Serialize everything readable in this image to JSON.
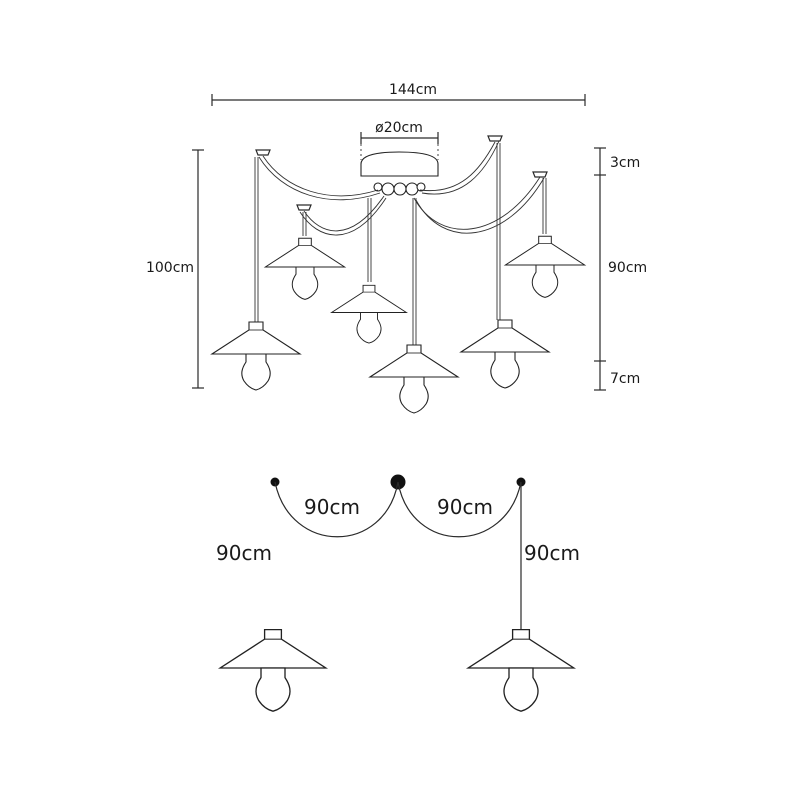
{
  "top_diagram": {
    "width_label": "144cm",
    "canopy_label": "ø20cm",
    "height_label": "100cm",
    "canopy_height_label": "3cm",
    "cable_label": "90cm",
    "lamp_height_label": "7cm"
  },
  "bottom_diagram": {
    "left_arc_label": "90cm",
    "right_arc_label": "90cm",
    "left_drop_label": "90cm",
    "right_drop_label": "90cm"
  },
  "colors": {
    "line": "#2a2a2a",
    "background": "#ffffff"
  }
}
